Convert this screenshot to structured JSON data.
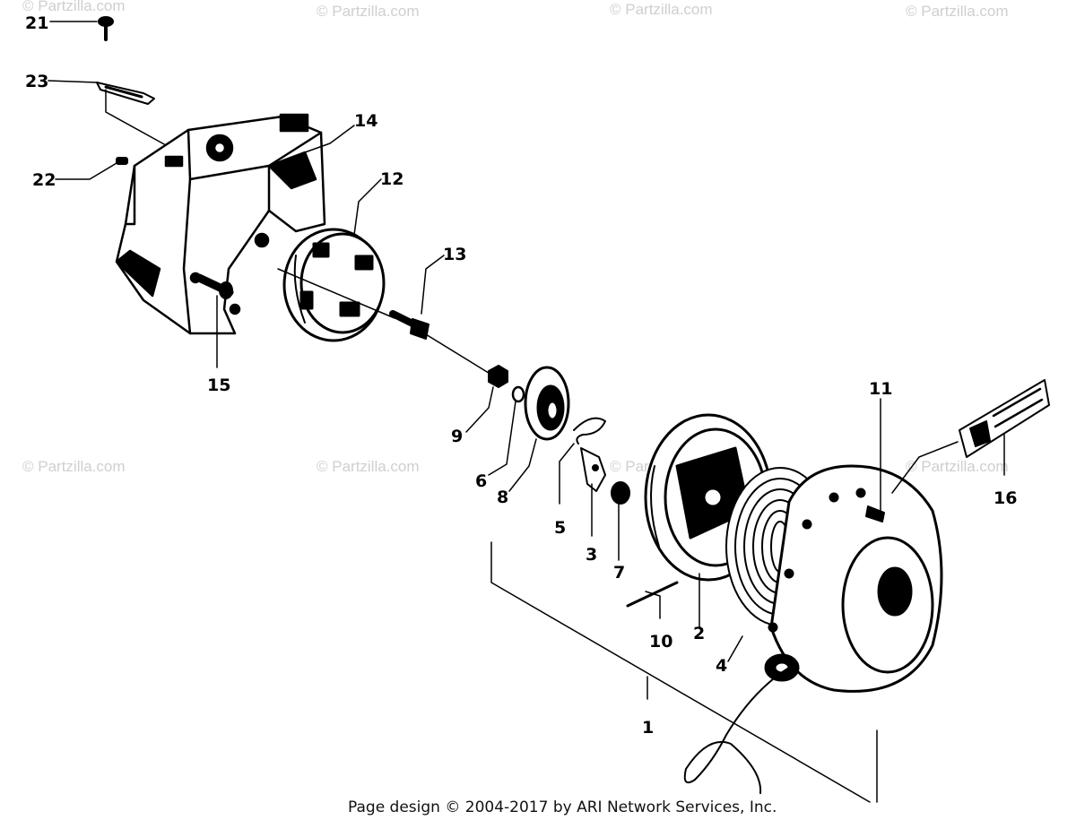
{
  "watermarks": [
    "© Partzilla.com",
    "© Partzilla.com",
    "© Partzilla.com",
    "© Partzilla.com",
    "© Partzilla.com",
    "© Partzilla.com",
    "© Partzilla.com",
    "© Partzilla.com"
  ],
  "callouts": {
    "c1": "1",
    "c2": "2",
    "c3": "3",
    "c4": "4",
    "c5": "5",
    "c6": "6",
    "c7": "7",
    "c8": "8",
    "c9": "9",
    "c10": "10",
    "c11": "11",
    "c12": "12",
    "c13": "13",
    "c14": "14",
    "c15": "15",
    "c16": "16",
    "c21": "21",
    "c22": "22",
    "c23": "23"
  },
  "footer": "Page design © 2004-2017 by ARI Network Services, Inc."
}
